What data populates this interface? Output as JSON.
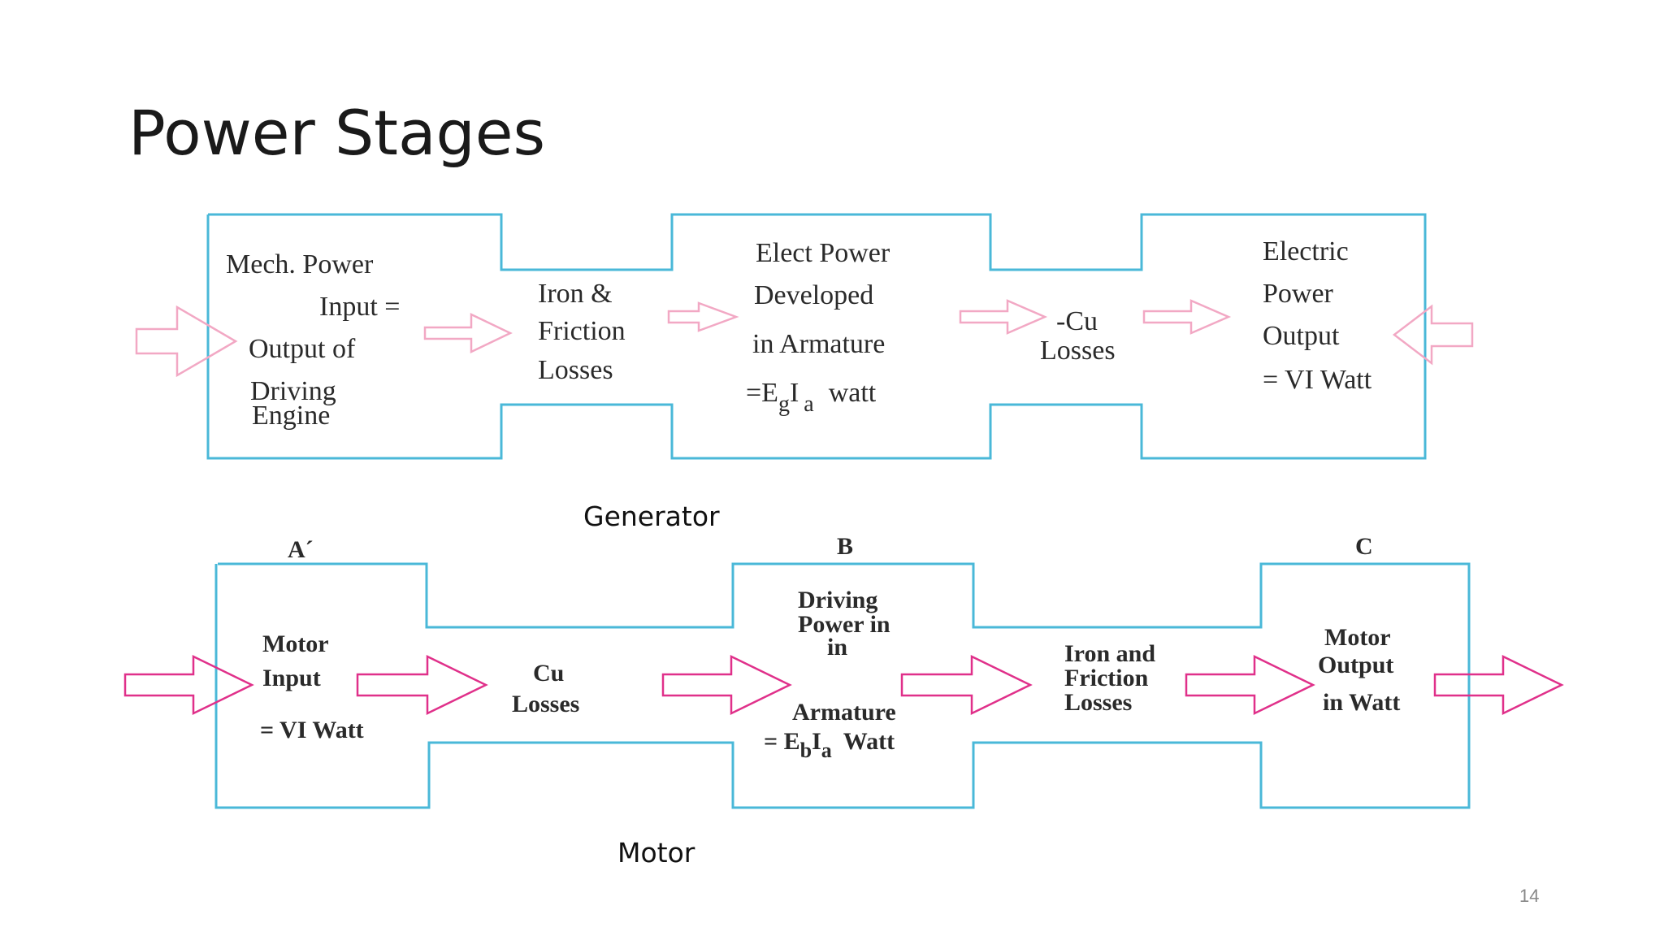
{
  "slide": {
    "title": "Power Stages",
    "page_number": "14"
  },
  "generator": {
    "caption": "Generator",
    "stage1_lines": [
      "Mech. Power",
      "Input =",
      "Output of",
      "Driving",
      "Engine"
    ],
    "loss1_lines": [
      "Iron &",
      "Friction",
      "Losses"
    ],
    "stage2_lines": [
      "Elect Power",
      "Developed",
      "in Armature"
    ],
    "stage2_formula": {
      "prefix": "=E",
      "sub1": "g",
      "mid": "I",
      "sub2": "a",
      "suffix": "watt"
    },
    "loss2_lines": [
      "-Cu",
      "Losses"
    ],
    "stage3_lines": [
      "Electric",
      "Power",
      "Output",
      "= VI Watt"
    ]
  },
  "motor": {
    "caption": "Motor",
    "labels": [
      "A´",
      "B",
      "C"
    ],
    "stage1_lines": [
      "Motor",
      "Input",
      "= VI Watt"
    ],
    "loss1_lines": [
      "Cu",
      "Losses"
    ],
    "stage2_lines": [
      "Driving",
      "Power in",
      "in",
      "Armature"
    ],
    "stage2_formula": {
      "prefix": "= E",
      "sub1": "b",
      "mid": "I",
      "sub2": "a",
      "suffix": "Watt"
    },
    "loss2_lines": [
      "Iron and",
      "Friction",
      "Losses"
    ],
    "stage3_lines": [
      "Motor",
      "Output",
      "in Watt"
    ]
  },
  "colors": {
    "box_stroke": "#4ab8d8",
    "generator_arrow": "#f2a8c4",
    "motor_arrow": "#e0308a"
  }
}
